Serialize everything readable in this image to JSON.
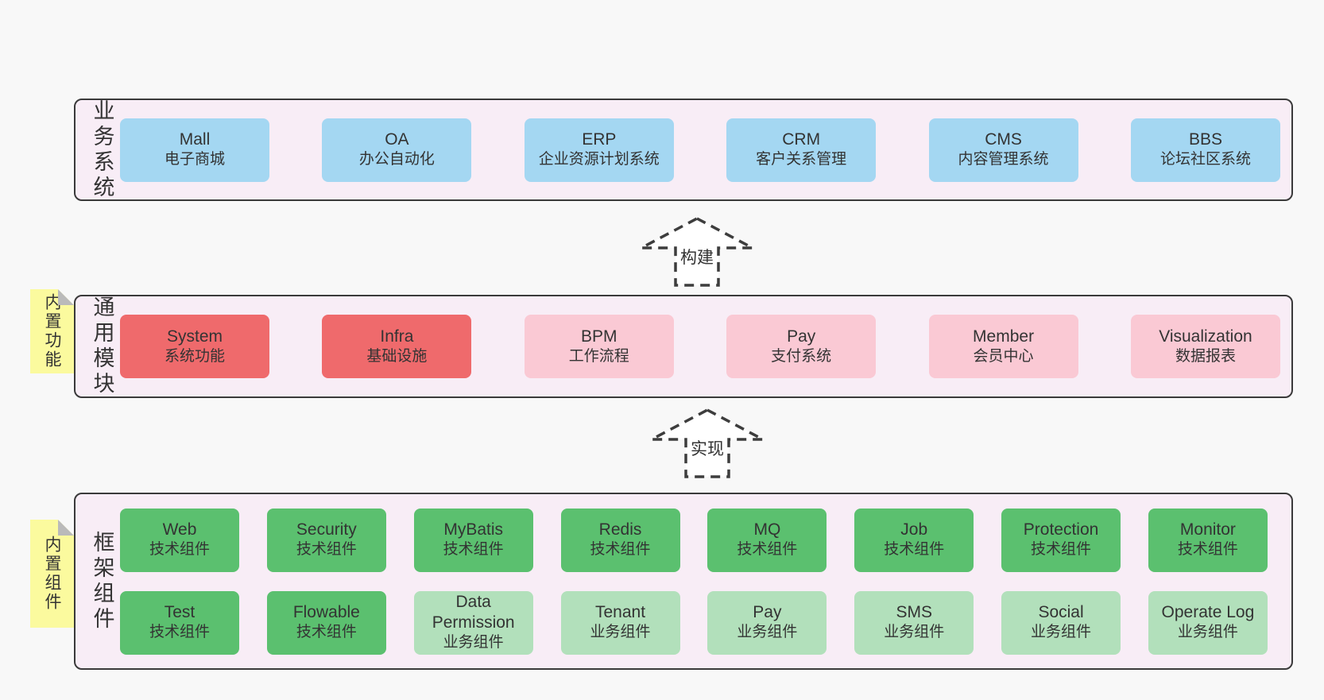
{
  "colors": {
    "page_bg": "#f8f8f8",
    "panel_bg": "#f8edf6",
    "panel_border": "#3a3a3a",
    "blue": "#a4d7f2",
    "red": "#ef6a6c",
    "pink": "#fac9d4",
    "green": "#5bc06f",
    "green_light": "#b2e0bb",
    "sticky_yellow": "#fbfa9e",
    "sticky_fold": "#bababa",
    "arrow": "#3d3d3d",
    "text": "#333333"
  },
  "arrows": {
    "build": {
      "label": "构建"
    },
    "implement": {
      "label": "实现"
    }
  },
  "panels": {
    "business": {
      "label": "业务系统",
      "boxes": [
        {
          "title": "Mall",
          "subtitle": "电子商城",
          "variant": "blue"
        },
        {
          "title": "OA",
          "subtitle": "办公自动化",
          "variant": "blue"
        },
        {
          "title": "ERP",
          "subtitle": "企业资源计划系统",
          "variant": "blue"
        },
        {
          "title": "CRM",
          "subtitle": "客户关系管理",
          "variant": "blue"
        },
        {
          "title": "CMS",
          "subtitle": "内容管理系统",
          "variant": "blue"
        },
        {
          "title": "BBS",
          "subtitle": "论坛社区系统",
          "variant": "blue"
        }
      ]
    },
    "modules": {
      "label": "通用模块",
      "sticky": "内置功能",
      "boxes": [
        {
          "title": "System",
          "subtitle": "系统功能",
          "variant": "red"
        },
        {
          "title": "Infra",
          "subtitle": "基础设施",
          "variant": "red"
        },
        {
          "title": "BPM",
          "subtitle": "工作流程",
          "variant": "pink"
        },
        {
          "title": "Pay",
          "subtitle": "支付系统",
          "variant": "pink"
        },
        {
          "title": "Member",
          "subtitle": "会员中心",
          "variant": "pink"
        },
        {
          "title": "Visualization",
          "subtitle": "数据报表",
          "variant": "pink"
        }
      ]
    },
    "components": {
      "label": "框架组件",
      "sticky": "内置组件",
      "rows": [
        [
          {
            "title": "Web",
            "subtitle": "技术组件",
            "variant": "green"
          },
          {
            "title": "Security",
            "subtitle": "技术组件",
            "variant": "green"
          },
          {
            "title": "MyBatis",
            "subtitle": "技术组件",
            "variant": "green"
          },
          {
            "title": "Redis",
            "subtitle": "技术组件",
            "variant": "green"
          },
          {
            "title": "MQ",
            "subtitle": "技术组件",
            "variant": "green"
          },
          {
            "title": "Job",
            "subtitle": "技术组件",
            "variant": "green"
          },
          {
            "title": "Protection",
            "subtitle": "技术组件",
            "variant": "green"
          },
          {
            "title": "Monitor",
            "subtitle": "技术组件",
            "variant": "green"
          }
        ],
        [
          {
            "title": "Test",
            "subtitle": "技术组件",
            "variant": "green"
          },
          {
            "title": "Flowable",
            "subtitle": "技术组件",
            "variant": "green"
          },
          {
            "title": "Data Permission",
            "subtitle": "业务组件",
            "variant": "green-light"
          },
          {
            "title": "Tenant",
            "subtitle": "业务组件",
            "variant": "green-light"
          },
          {
            "title": "Pay",
            "subtitle": "业务组件",
            "variant": "green-light"
          },
          {
            "title": "SMS",
            "subtitle": "业务组件",
            "variant": "green-light"
          },
          {
            "title": "Social",
            "subtitle": "业务组件",
            "variant": "green-light"
          },
          {
            "title": "Operate Log",
            "subtitle": "业务组件",
            "variant": "green-light"
          }
        ]
      ]
    }
  }
}
